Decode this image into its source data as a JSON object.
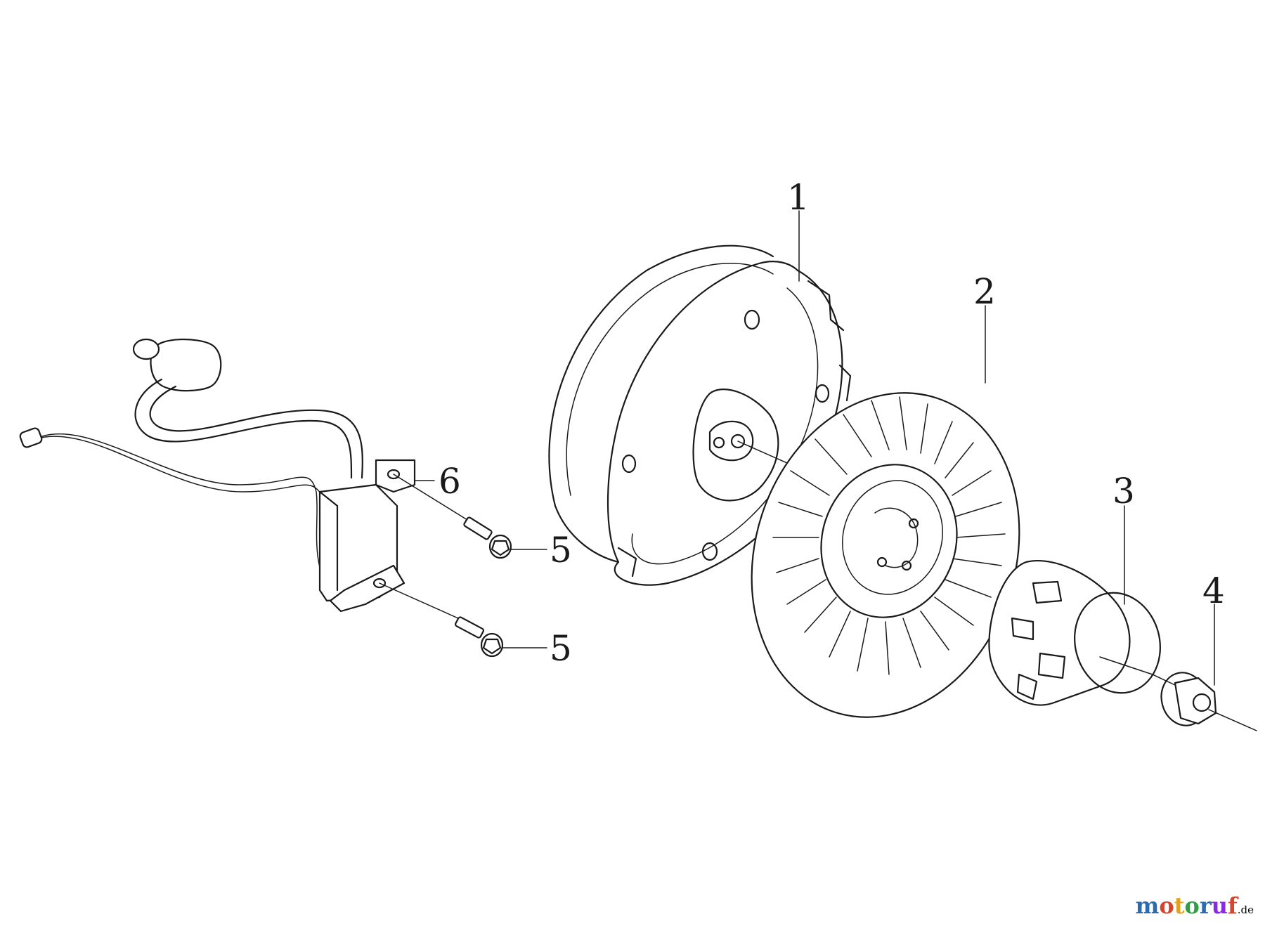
{
  "diagram": {
    "callouts": [
      {
        "id": "c1",
        "label": "1"
      },
      {
        "id": "c2",
        "label": "2"
      },
      {
        "id": "c3",
        "label": "3"
      },
      {
        "id": "c4",
        "label": "4"
      },
      {
        "id": "c5a",
        "label": "5"
      },
      {
        "id": "c5b",
        "label": "5"
      },
      {
        "id": "c6",
        "label": "6"
      }
    ]
  },
  "watermark": {
    "name": "motoruf",
    "tld": ".de",
    "letter_colors": [
      "#2b6cb0",
      "#d6452b",
      "#e3a21a",
      "#2f9e44",
      "#2b6cb0",
      "#8a2be2",
      "#d6452b"
    ]
  }
}
